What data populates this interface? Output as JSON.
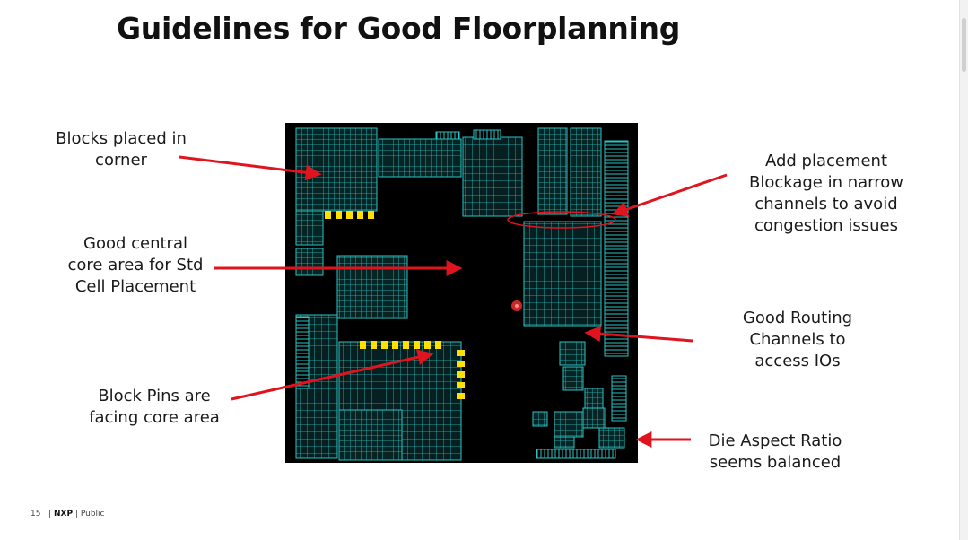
{
  "slide": {
    "title": "Guidelines for Good Floorplanning",
    "callouts": {
      "blocks_corner": "Blocks placed in\ncorner",
      "central_core": "Good central\ncore area for Std\nCell Placement",
      "block_pins": "Block Pins are\nfacing core area",
      "placement_blockage": "Add placement\nBlockage in narrow\nchannels to avoid\ncongestion issues",
      "routing_channels": "Good Routing\nChannels to\naccess IOs",
      "die_aspect": "Die Aspect Ratio\nseems balanced"
    },
    "footer": {
      "page": "15",
      "sep1": "|",
      "brand": "NXP",
      "sep2": "|",
      "classification": "Public"
    }
  },
  "colors": {
    "arrow": "#e0141e",
    "chip_background": "#000000",
    "macro_lines": "#2bc4c4",
    "pins": "#ffe000"
  }
}
